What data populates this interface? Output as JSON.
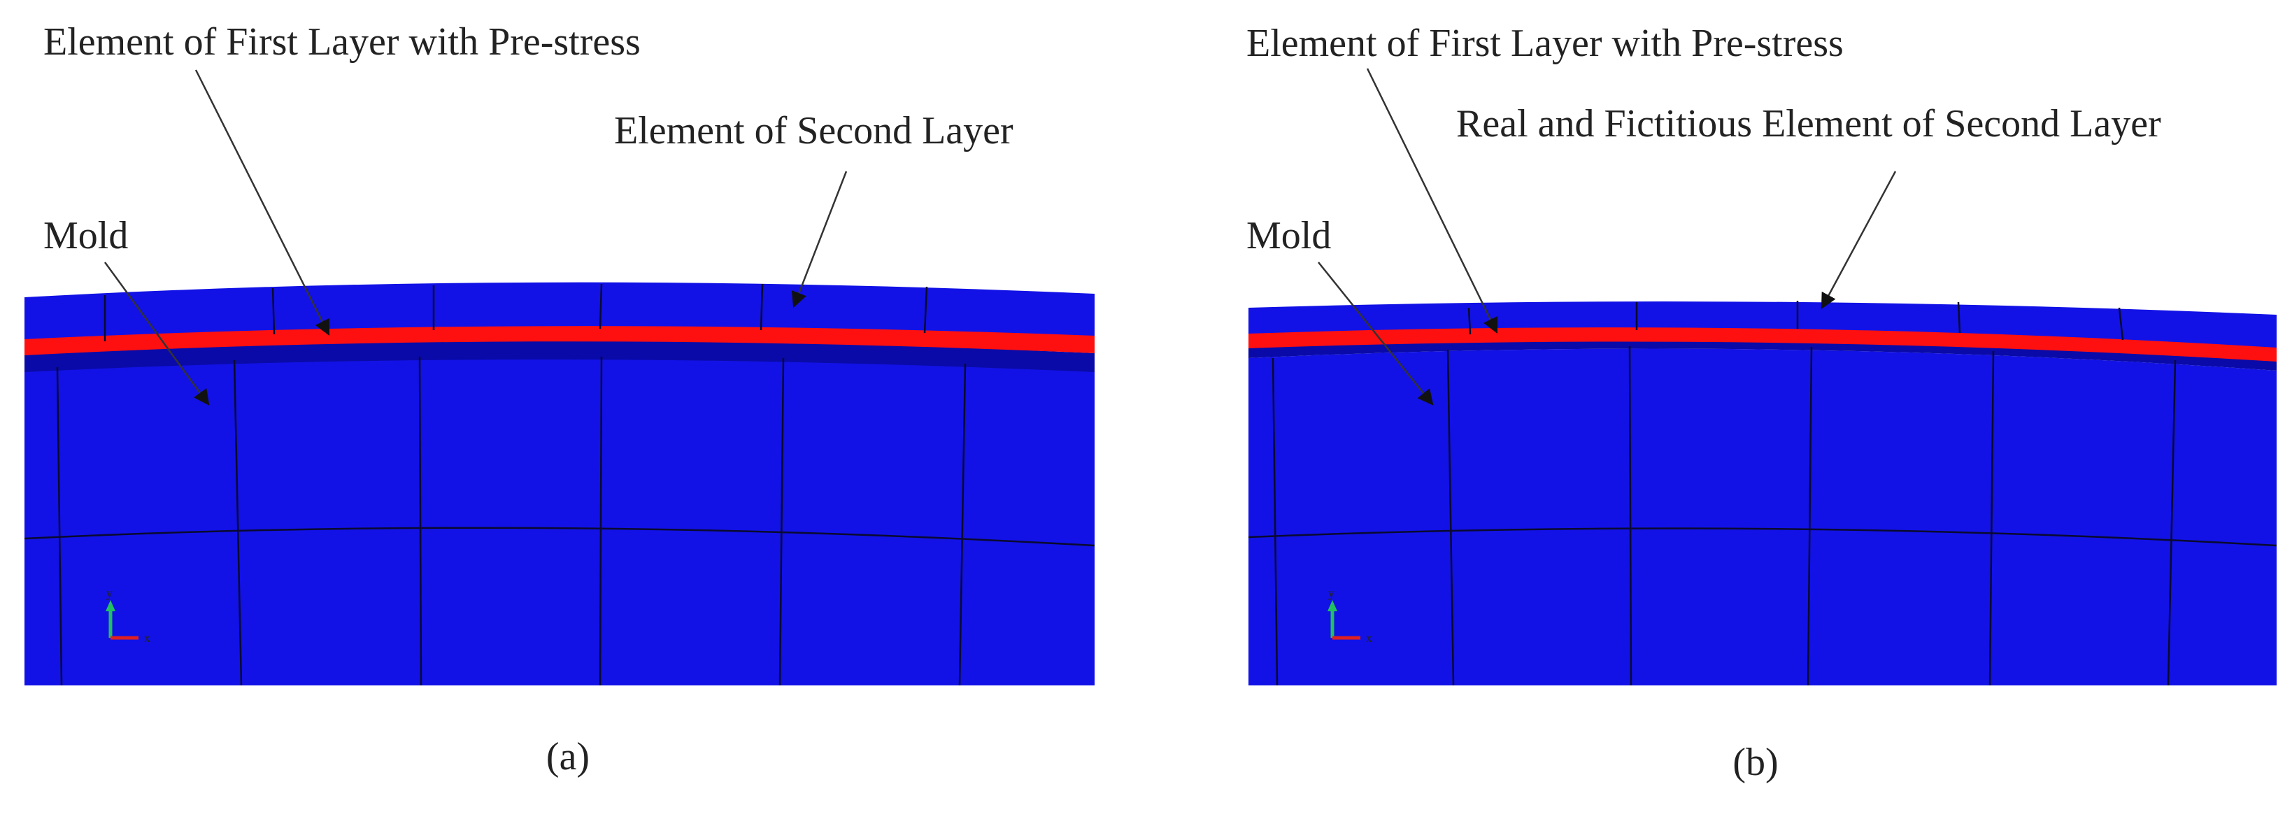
{
  "colors": {
    "mold": "#1212e6",
    "mold_edge": "#0a0a8c",
    "first_layer": "#ff1010",
    "second_layer": "#1212e6",
    "mesh_line": "#0a0a30",
    "arrow": "#333333",
    "triad_y": "#22c060",
    "triad_x": "#e02020"
  },
  "panels": [
    {
      "caption": "(a)",
      "labels": {
        "first_layer": "Element of First Layer with Pre-stress",
        "second_layer": "Element of Second Layer",
        "mold": "Mold"
      },
      "triad": {
        "y_label": "y",
        "x_label": "x"
      }
    },
    {
      "caption": "(b)",
      "labels": {
        "first_layer": "Element of First Layer with Pre-stress",
        "second_layer": "Real and Fictitious Element of Second Layer",
        "mold": "Mold"
      },
      "triad": {
        "y_label": "y",
        "x_label": "x"
      }
    }
  ]
}
